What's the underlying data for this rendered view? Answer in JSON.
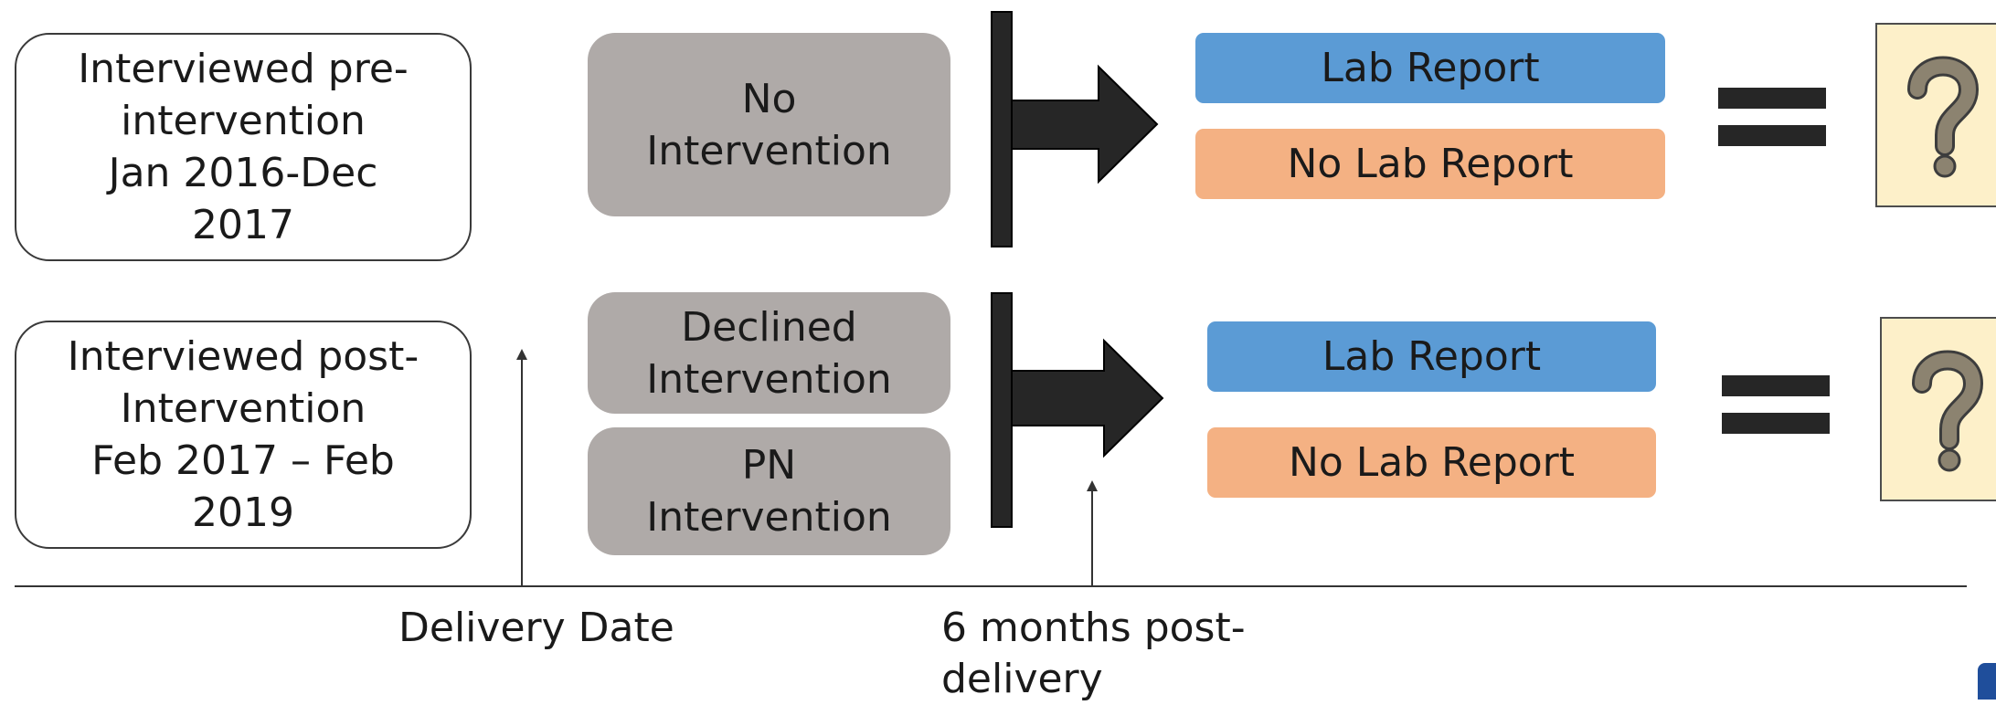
{
  "cohorts": [
    {
      "lines": [
        "Interviewed pre-",
        "intervention",
        "Jan 2016-Dec",
        "2017"
      ]
    },
    {
      "lines": [
        "Interviewed post-",
        "Intervention",
        "Feb 2017 – Feb",
        "2019"
      ]
    }
  ],
  "statuses": {
    "no_intervention": [
      "No",
      "Intervention"
    ],
    "declined_intervention": [
      "Declined",
      "Intervention"
    ],
    "pn_intervention": [
      "PN",
      "Intervention"
    ]
  },
  "outcomes": {
    "lab_report": "Lab Report",
    "no_lab_report": "No Lab Report"
  },
  "unknown_result_symbol": "?",
  "timeline": {
    "delivery_label": "Delivery Date",
    "followup_label_lines": [
      "6 months post-",
      "delivery"
    ]
  },
  "colors": {
    "lab_report": "#5b9bd5",
    "no_lab_report": "#f4b183",
    "status_box": "#afaaa8",
    "question_panel": "#fdf0c9",
    "question_mark": "#8c8370",
    "arrow": "#262626"
  }
}
